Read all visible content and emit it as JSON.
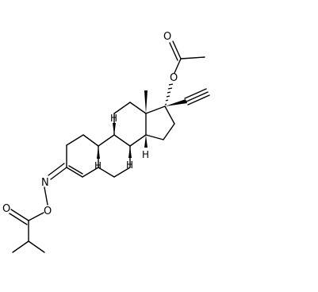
{
  "molecule": {
    "atom_labels": {
      "o_ester": "O",
      "o_carbonyl_acetate": "O",
      "n_oxime": "N",
      "o_oxime": "O",
      "o_carbonyl_isobutyrate": "O",
      "h_c10": "H",
      "h_c9": "H",
      "h_c8": "H",
      "h_c14": "H"
    }
  }
}
